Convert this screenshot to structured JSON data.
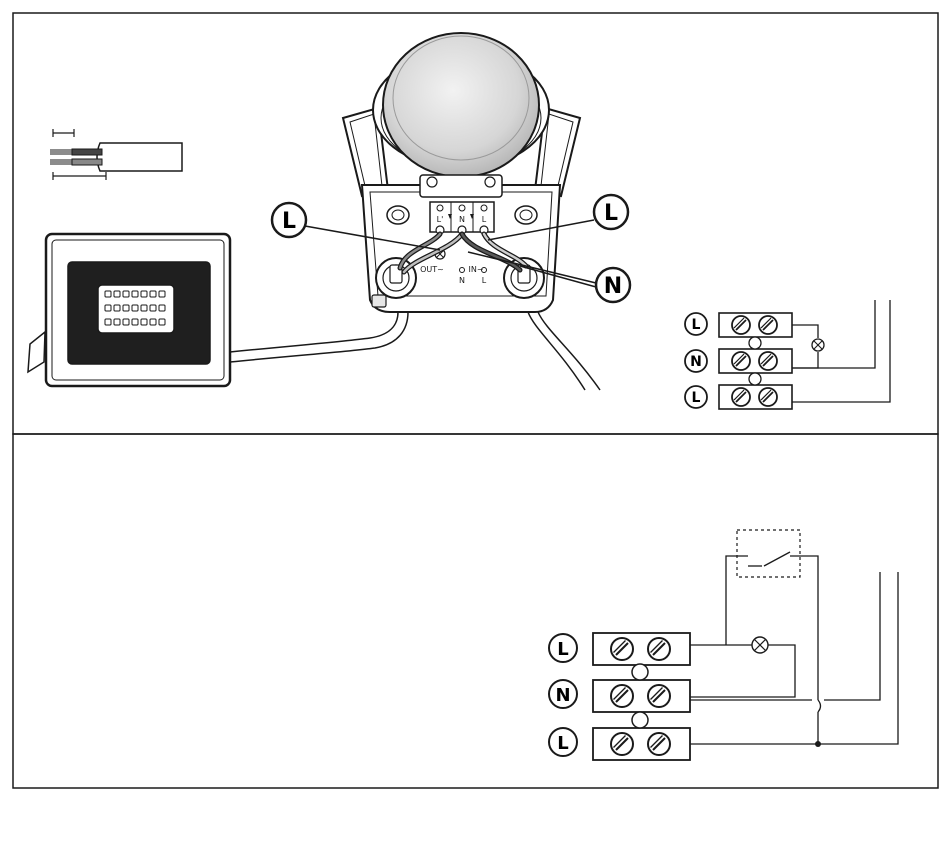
{
  "top_panel": {
    "callout_left_L": "L",
    "callout_right_L": "L",
    "callout_N": "N",
    "terminal_labels": [
      "L'",
      "N",
      "L"
    ],
    "out_label": "OUT~",
    "in_label": "IN~",
    "n_label": "N",
    "l_label": "L",
    "block_labels": [
      "L",
      "N",
      "L"
    ]
  },
  "bottom_panel": {
    "block_labels": [
      "L",
      "N",
      "L"
    ]
  },
  "colors": {
    "line": "#1a1a1a",
    "cable": "#555555",
    "device_fill": "#e6e6e6"
  }
}
